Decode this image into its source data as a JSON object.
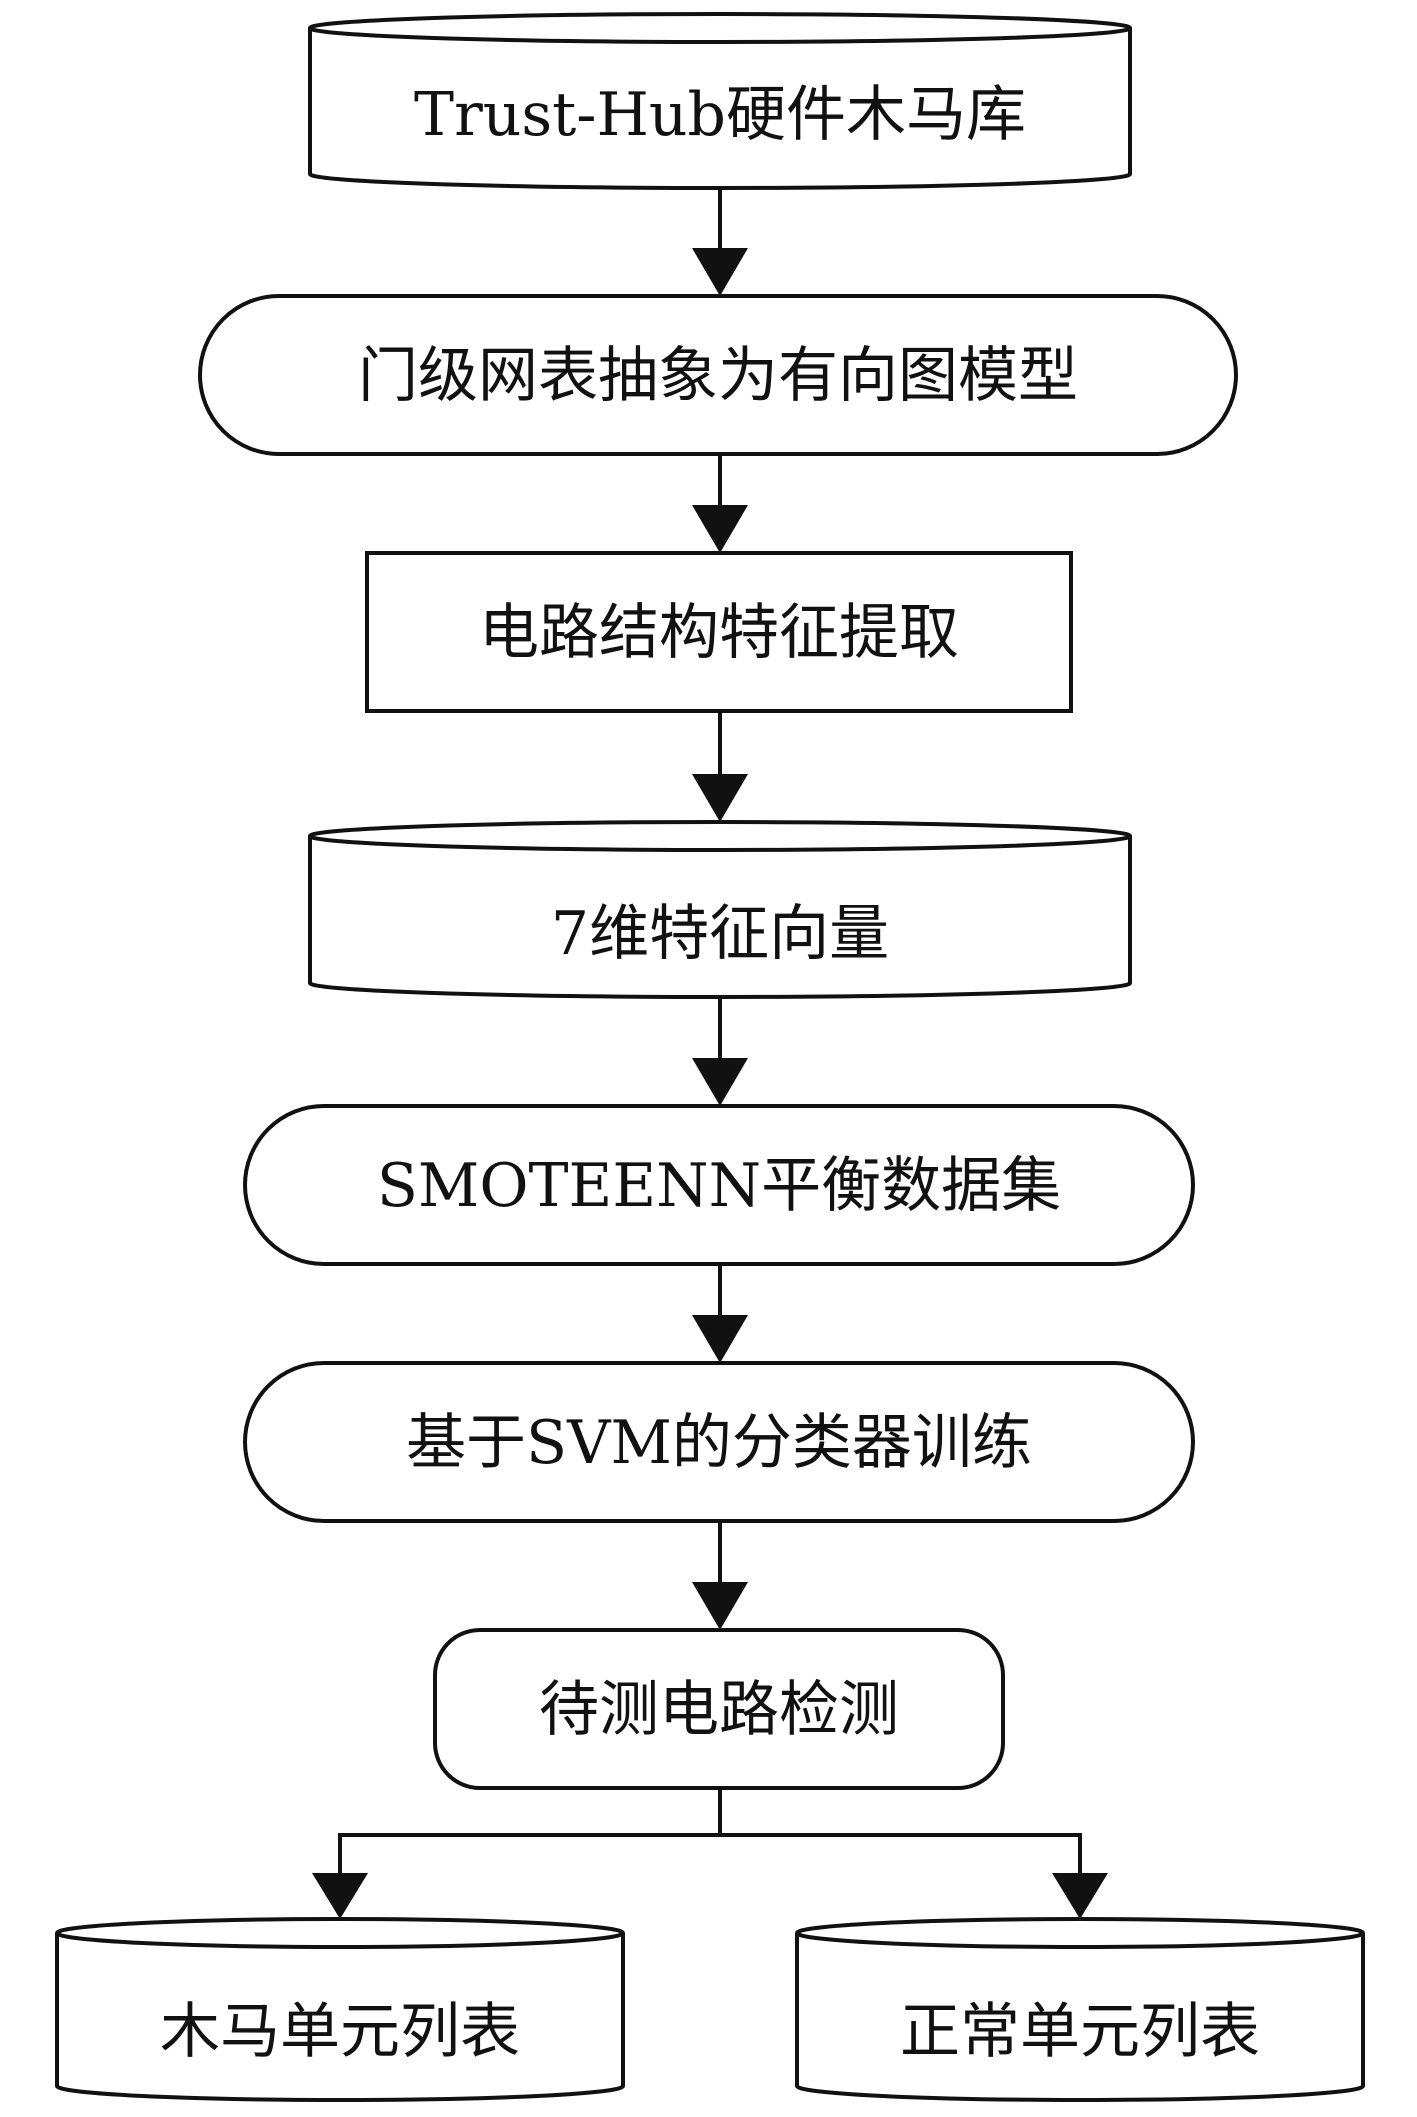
{
  "nodes": [
    {
      "id": "trusthub-library",
      "label": "Trust-Hub硬件木马库"
    },
    {
      "id": "directed-graph-model",
      "label": "门级网表抽象为有向图模型"
    },
    {
      "id": "feature-extraction",
      "label": "电路结构特征提取"
    },
    {
      "id": "feature-vector",
      "label": "7维特征向量"
    },
    {
      "id": "smoteenn-dataset",
      "label": "SMOTEENN平衡数据集"
    },
    {
      "id": "svm-training",
      "label": "基于SVM的分类器训练"
    },
    {
      "id": "circuit-detection",
      "label": "待测电路检测"
    },
    {
      "id": "trojan-list",
      "label": "木马单元列表"
    },
    {
      "id": "normal-list",
      "label": "正常单元列表"
    }
  ],
  "edges": [
    {
      "from": "trusthub-library",
      "to": "directed-graph-model"
    },
    {
      "from": "directed-graph-model",
      "to": "feature-extraction"
    },
    {
      "from": "feature-extraction",
      "to": "feature-vector"
    },
    {
      "from": "feature-vector",
      "to": "smoteenn-dataset"
    },
    {
      "from": "smoteenn-dataset",
      "to": "svm-training"
    },
    {
      "from": "svm-training",
      "to": "circuit-detection"
    },
    {
      "from": "circuit-detection",
      "to": "trojan-list"
    },
    {
      "from": "circuit-detection",
      "to": "normal-list"
    }
  ]
}
